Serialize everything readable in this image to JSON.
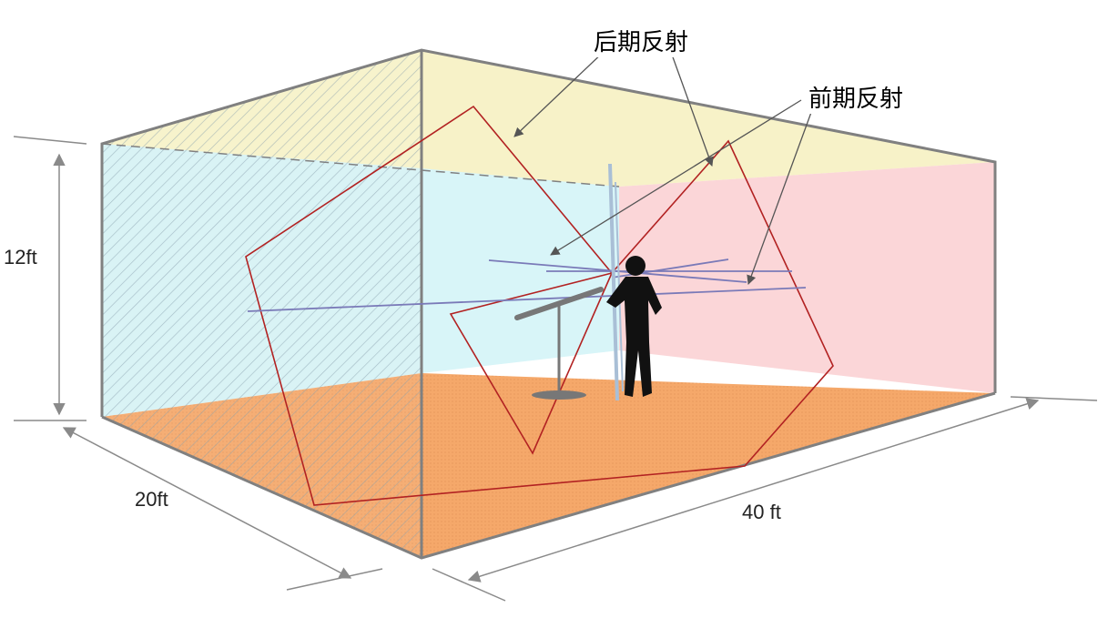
{
  "labels": {
    "late_reflection": "后期反射",
    "early_reflection": "前期反射",
    "height": "12ft",
    "width": "20ft",
    "length": "40 ft"
  },
  "colors": {
    "ceiling": "#f7f2c8",
    "left_wall": "#d6f2f5",
    "back_wall": "#d8f5f8",
    "right_wall": "#fbd6d8",
    "floor": "#f5a86a",
    "room_edge": "#808080",
    "ray_red": "#b22222",
    "ray_blue": "#7a7ab8",
    "pole": "#a9bfd6",
    "person": "#111111",
    "dimension_line": "#8a8a8a"
  }
}
